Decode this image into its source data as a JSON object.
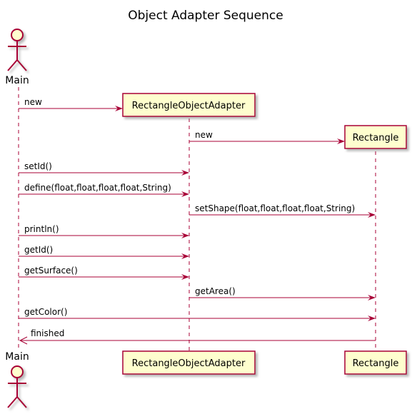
{
  "title": "Object Adapter Sequence",
  "participants": [
    {
      "id": "main",
      "label": "Main",
      "kind": "actor"
    },
    {
      "id": "adapter",
      "label": "RectangleObjectAdapter",
      "kind": "box"
    },
    {
      "id": "rect",
      "label": "Rectangle",
      "kind": "box"
    }
  ],
  "messages": [
    {
      "from": "main",
      "to": "adapter",
      "label": "new"
    },
    {
      "from": "adapter",
      "to": "rect",
      "label": "new"
    },
    {
      "from": "main",
      "to": "adapter",
      "label": "setId()"
    },
    {
      "from": "main",
      "to": "adapter",
      "label": "define(float,float,float,float,String)"
    },
    {
      "from": "adapter",
      "to": "rect",
      "label": "setShape(float,float,float,float,String)"
    },
    {
      "from": "main",
      "to": "adapter",
      "label": "println()"
    },
    {
      "from": "main",
      "to": "adapter",
      "label": "getId()"
    },
    {
      "from": "main",
      "to": "adapter",
      "label": "getSurface()"
    },
    {
      "from": "adapter",
      "to": "rect",
      "label": "getArea()"
    },
    {
      "from": "main",
      "to": "rect",
      "label": "getColor()"
    },
    {
      "from": "rect",
      "to": "main",
      "label": "finished"
    }
  ],
  "colors": {
    "line": "#A80036",
    "box_fill": "#FEFECE",
    "lifeline": "#A80036"
  }
}
